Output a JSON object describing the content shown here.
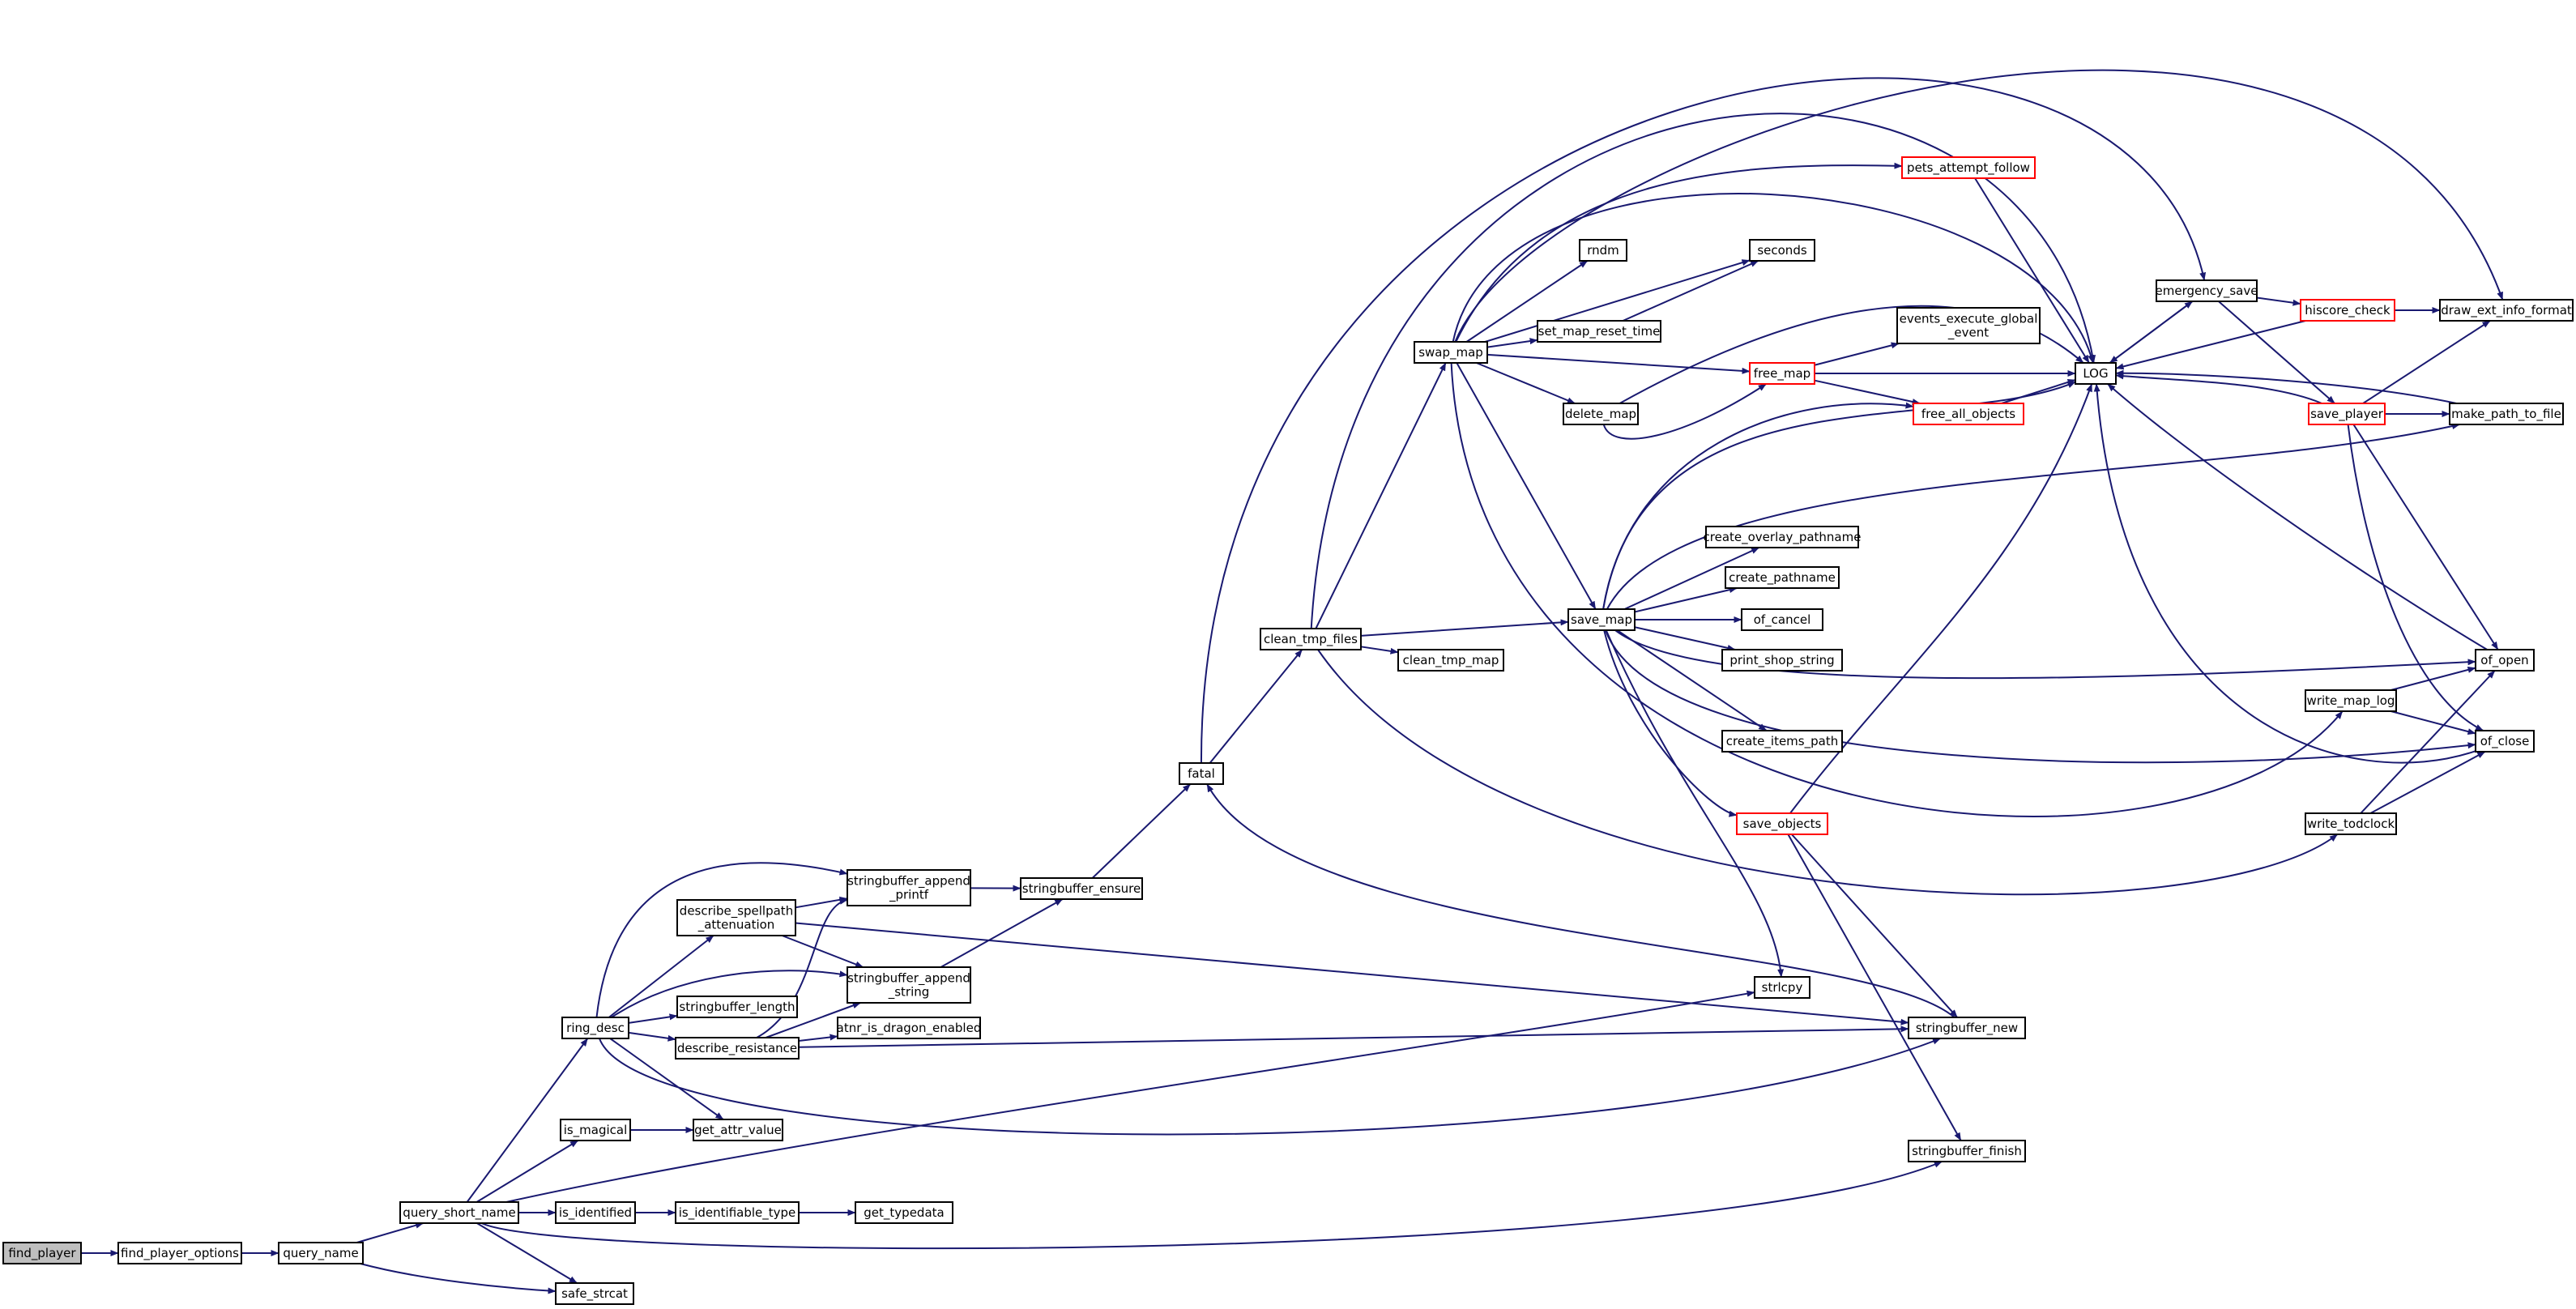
{
  "colors": {
    "edge": "#191970",
    "node_border": "#000000",
    "node_border_highlight": "#ff0000",
    "root_fill": "#bfbfbf"
  },
  "nodes": [
    {
      "id": "find_player",
      "lines": [
        "find_player"
      ],
      "style": "grey"
    },
    {
      "id": "find_player_options",
      "lines": [
        "find_player_options"
      ]
    },
    {
      "id": "query_name",
      "lines": [
        "query_name"
      ]
    },
    {
      "id": "query_short_name",
      "lines": [
        "query_short_name"
      ]
    },
    {
      "id": "safe_strcat",
      "lines": [
        "safe_strcat"
      ]
    },
    {
      "id": "ring_desc",
      "lines": [
        "ring_desc"
      ]
    },
    {
      "id": "is_magical",
      "lines": [
        "is_magical"
      ]
    },
    {
      "id": "is_identified",
      "lines": [
        "is_identified"
      ]
    },
    {
      "id": "describe_spellpath_attenuation",
      "lines": [
        "describe_spellpath",
        "_attenuation"
      ]
    },
    {
      "id": "stringbuffer_length",
      "lines": [
        "stringbuffer_length"
      ]
    },
    {
      "id": "describe_resistance",
      "lines": [
        "describe_resistance"
      ]
    },
    {
      "id": "get_attr_value",
      "lines": [
        "get_attr_value"
      ]
    },
    {
      "id": "is_identifiable_type",
      "lines": [
        "is_identifiable_type"
      ]
    },
    {
      "id": "get_typedata",
      "lines": [
        "get_typedata"
      ]
    },
    {
      "id": "stringbuffer_append_printf",
      "lines": [
        "stringbuffer_append",
        "_printf"
      ]
    },
    {
      "id": "stringbuffer_append_string",
      "lines": [
        "stringbuffer_append",
        "_string"
      ]
    },
    {
      "id": "atnr_is_dragon_enabled",
      "lines": [
        "atnr_is_dragon_enabled"
      ]
    },
    {
      "id": "stringbuffer_ensure",
      "lines": [
        "stringbuffer_ensure"
      ]
    },
    {
      "id": "fatal",
      "lines": [
        "fatal"
      ]
    },
    {
      "id": "clean_tmp_files",
      "lines": [
        "clean_tmp_files"
      ]
    },
    {
      "id": "clean_tmp_map",
      "lines": [
        "clean_tmp_map"
      ]
    },
    {
      "id": "swap_map",
      "lines": [
        "swap_map"
      ]
    },
    {
      "id": "rndm",
      "lines": [
        "rndm"
      ]
    },
    {
      "id": "set_map_reset_time",
      "lines": [
        "set_map_reset_time"
      ]
    },
    {
      "id": "delete_map",
      "lines": [
        "delete_map"
      ]
    },
    {
      "id": "save_map",
      "lines": [
        "save_map"
      ]
    },
    {
      "id": "pets_attempt_follow",
      "lines": [
        "pets_attempt_follow"
      ],
      "style": "red"
    },
    {
      "id": "seconds",
      "lines": [
        "seconds"
      ]
    },
    {
      "id": "events_execute_global_event",
      "lines": [
        "events_execute_global",
        "_event"
      ]
    },
    {
      "id": "free_map",
      "lines": [
        "free_map"
      ],
      "style": "red"
    },
    {
      "id": "free_all_objects",
      "lines": [
        "free_all_objects"
      ],
      "style": "red"
    },
    {
      "id": "create_overlay_pathname",
      "lines": [
        "create_overlay_pathname"
      ]
    },
    {
      "id": "create_pathname",
      "lines": [
        "create_pathname"
      ]
    },
    {
      "id": "of_cancel",
      "lines": [
        "of_cancel"
      ]
    },
    {
      "id": "print_shop_string",
      "lines": [
        "print_shop_string"
      ]
    },
    {
      "id": "create_items_path",
      "lines": [
        "create_items_path"
      ]
    },
    {
      "id": "save_objects",
      "lines": [
        "save_objects"
      ],
      "style": "red"
    },
    {
      "id": "strlcpy",
      "lines": [
        "strlcpy"
      ]
    },
    {
      "id": "stringbuffer_new",
      "lines": [
        "stringbuffer_new"
      ]
    },
    {
      "id": "stringbuffer_finish",
      "lines": [
        "stringbuffer_finish"
      ]
    },
    {
      "id": "LOG",
      "lines": [
        "LOG"
      ]
    },
    {
      "id": "emergency_save",
      "lines": [
        "emergency_save"
      ]
    },
    {
      "id": "hiscore_check",
      "lines": [
        "hiscore_check"
      ],
      "style": "red"
    },
    {
      "id": "save_player",
      "lines": [
        "save_player"
      ],
      "style": "red"
    },
    {
      "id": "draw_ext_info_format",
      "lines": [
        "draw_ext_info_format"
      ]
    },
    {
      "id": "make_path_to_file",
      "lines": [
        "make_path_to_file"
      ]
    },
    {
      "id": "write_map_log",
      "lines": [
        "write_map_log"
      ]
    },
    {
      "id": "write_todclock",
      "lines": [
        "write_todclock"
      ]
    },
    {
      "id": "of_open",
      "lines": [
        "of_open"
      ]
    },
    {
      "id": "of_close",
      "lines": [
        "of_close"
      ]
    }
  ],
  "edges": [
    [
      "find_player",
      "find_player_options"
    ],
    [
      "find_player_options",
      "query_name"
    ],
    [
      "query_name",
      "query_short_name"
    ],
    [
      "query_name",
      "safe_strcat"
    ],
    [
      "query_short_name",
      "ring_desc"
    ],
    [
      "query_short_name",
      "is_magical"
    ],
    [
      "query_short_name",
      "is_identified"
    ],
    [
      "query_short_name",
      "safe_strcat"
    ],
    [
      "query_short_name",
      "strlcpy"
    ],
    [
      "query_short_name",
      "stringbuffer_finish"
    ],
    [
      "ring_desc",
      "describe_spellpath_attenuation"
    ],
    [
      "ring_desc",
      "stringbuffer_append_printf"
    ],
    [
      "ring_desc",
      "stringbuffer_append_string"
    ],
    [
      "ring_desc",
      "stringbuffer_length"
    ],
    [
      "ring_desc",
      "describe_resistance"
    ],
    [
      "ring_desc",
      "get_attr_value"
    ],
    [
      "ring_desc",
      "stringbuffer_new"
    ],
    [
      "is_magical",
      "get_attr_value"
    ],
    [
      "is_identified",
      "is_identifiable_type"
    ],
    [
      "is_identifiable_type",
      "get_typedata"
    ],
    [
      "describe_spellpath_attenuation",
      "stringbuffer_append_printf"
    ],
    [
      "describe_spellpath_attenuation",
      "stringbuffer_append_string"
    ],
    [
      "describe_spellpath_attenuation",
      "stringbuffer_new"
    ],
    [
      "describe_resistance",
      "stringbuffer_append_printf"
    ],
    [
      "describe_resistance",
      "stringbuffer_append_string"
    ],
    [
      "describe_resistance",
      "atnr_is_dragon_enabled"
    ],
    [
      "describe_resistance",
      "stringbuffer_new"
    ],
    [
      "stringbuffer_append_printf",
      "stringbuffer_ensure"
    ],
    [
      "stringbuffer_append_string",
      "stringbuffer_ensure"
    ],
    [
      "stringbuffer_ensure",
      "fatal"
    ],
    [
      "fatal",
      "clean_tmp_files"
    ],
    [
      "fatal",
      "emergency_save"
    ],
    [
      "clean_tmp_files",
      "swap_map"
    ],
    [
      "clean_tmp_files",
      "save_map"
    ],
    [
      "clean_tmp_files",
      "clean_tmp_map"
    ],
    [
      "clean_tmp_files",
      "LOG"
    ],
    [
      "clean_tmp_files",
      "write_todclock"
    ],
    [
      "swap_map",
      "rndm"
    ],
    [
      "swap_map",
      "set_map_reset_time"
    ],
    [
      "swap_map",
      "delete_map"
    ],
    [
      "swap_map",
      "save_map"
    ],
    [
      "swap_map",
      "pets_attempt_follow"
    ],
    [
      "swap_map",
      "seconds"
    ],
    [
      "swap_map",
      "free_map"
    ],
    [
      "swap_map",
      "LOG"
    ],
    [
      "swap_map",
      "draw_ext_info_format"
    ],
    [
      "swap_map",
      "write_map_log"
    ],
    [
      "set_map_reset_time",
      "seconds"
    ],
    [
      "delete_map",
      "free_map"
    ],
    [
      "delete_map",
      "LOG"
    ],
    [
      "free_map",
      "events_execute_global_event"
    ],
    [
      "free_map",
      "free_all_objects"
    ],
    [
      "free_map",
      "LOG"
    ],
    [
      "free_all_objects",
      "LOG"
    ],
    [
      "pets_attempt_follow",
      "LOG"
    ],
    [
      "save_map",
      "create_overlay_pathname"
    ],
    [
      "save_map",
      "create_pathname"
    ],
    [
      "save_map",
      "of_cancel"
    ],
    [
      "save_map",
      "print_shop_string"
    ],
    [
      "save_map",
      "create_items_path"
    ],
    [
      "save_map",
      "save_objects"
    ],
    [
      "save_map",
      "strlcpy"
    ],
    [
      "save_map",
      "free_all_objects"
    ],
    [
      "save_map",
      "LOG"
    ],
    [
      "save_map",
      "make_path_to_file"
    ],
    [
      "save_map",
      "of_open"
    ],
    [
      "save_map",
      "of_close"
    ],
    [
      "save_objects",
      "LOG"
    ],
    [
      "save_objects",
      "stringbuffer_new"
    ],
    [
      "save_objects",
      "stringbuffer_finish"
    ],
    [
      "stringbuffer_new",
      "fatal"
    ],
    [
      "LOG",
      "emergency_save"
    ],
    [
      "emergency_save",
      "LOG"
    ],
    [
      "emergency_save",
      "hiscore_check"
    ],
    [
      "emergency_save",
      "save_player"
    ],
    [
      "hiscore_check",
      "draw_ext_info_format"
    ],
    [
      "hiscore_check",
      "LOG"
    ],
    [
      "save_player",
      "LOG"
    ],
    [
      "save_player",
      "draw_ext_info_format"
    ],
    [
      "save_player",
      "make_path_to_file"
    ],
    [
      "save_player",
      "of_open"
    ],
    [
      "save_player",
      "of_close"
    ],
    [
      "make_path_to_file",
      "LOG"
    ],
    [
      "write_map_log",
      "of_open"
    ],
    [
      "write_map_log",
      "of_close"
    ],
    [
      "write_todclock",
      "of_open"
    ],
    [
      "write_todclock",
      "of_close"
    ],
    [
      "of_open",
      "LOG"
    ],
    [
      "of_close",
      "LOG"
    ]
  ]
}
